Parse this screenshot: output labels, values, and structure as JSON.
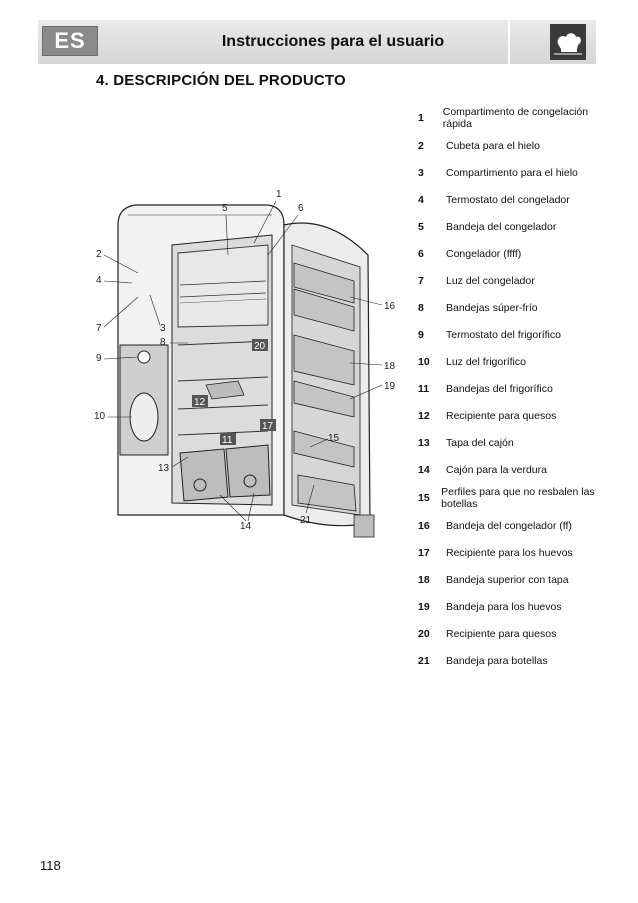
{
  "header": {
    "badge": "ES",
    "title": "Instrucciones para el usuario",
    "logo_icon": "chef-hat-icon"
  },
  "section_title": "4. DESCRIPCIÓN DEL PRODUCTO",
  "legend": [
    {
      "num": "1",
      "text": "Compartimento de congelación rápida"
    },
    {
      "num": "2",
      "text": "Cubeta para el hielo"
    },
    {
      "num": "3",
      "text": "Compartimento para el hielo"
    },
    {
      "num": "4",
      "text": "Termostato del congelador"
    },
    {
      "num": "5",
      "text": "Bandeja del congelador"
    },
    {
      "num": "6",
      "text": "Congelador (ffff)"
    },
    {
      "num": "7",
      "text": "Luz del congelador"
    },
    {
      "num": "8",
      "text": "Bandejas súper-frío"
    },
    {
      "num": "9",
      "text": "Termostato del frigorífico"
    },
    {
      "num": "10",
      "text": "Luz del frigorífico"
    },
    {
      "num": "11",
      "text": "Bandejas del frigorífico"
    },
    {
      "num": "12",
      "text": "Recipiente para quesos"
    },
    {
      "num": "13",
      "text": "Tapa del cajón"
    },
    {
      "num": "14",
      "text": "Cajón para la verdura"
    },
    {
      "num": "15",
      "text": "Perfiles para que no resbalen las botellas"
    },
    {
      "num": "16",
      "text": "Bandeja del congelador (ff)"
    },
    {
      "num": "17",
      "text": "Recipiente para los huevos"
    },
    {
      "num": "18",
      "text": "Bandeja superior con tapa"
    },
    {
      "num": "19",
      "text": "Bandeja para los huevos"
    },
    {
      "num": "20",
      "text": "Recipiente para quesos"
    },
    {
      "num": "21",
      "text": "Bandeja para botellas"
    }
  ],
  "diagram_callouts": [
    "1",
    "2",
    "3",
    "4",
    "5",
    "6",
    "7",
    "8",
    "9",
    "10",
    "11",
    "12",
    "13",
    "14",
    "15",
    "16",
    "17",
    "18",
    "19",
    "20",
    "21"
  ],
  "page_number": "118"
}
